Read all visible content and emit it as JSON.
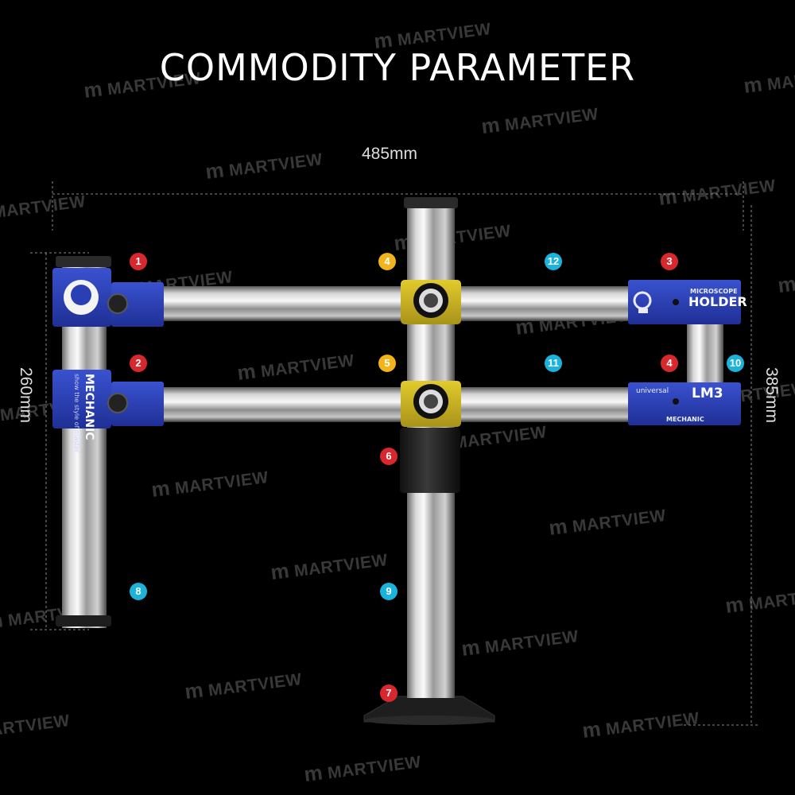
{
  "title": "COMMODITY PARAMETER",
  "dimensions": {
    "width": "485mm",
    "left_height": "260mm",
    "right_height": "385mm"
  },
  "watermark": {
    "text": "MARTVIEW"
  },
  "stand_labels": {
    "holder_small": "MICROSCOPE",
    "holder_big": "HOLDER",
    "lm3_small": "universal",
    "lm3_big": "LM3",
    "lm3_brand": "MECHANIC",
    "left_block": "MECHANIC",
    "left_block_sub": "show the style of master"
  },
  "callouts": {
    "c1": "1",
    "c2": "2",
    "c3": "3",
    "c4a": "4",
    "c4b": "4",
    "c5": "5",
    "c6": "6",
    "c7": "7",
    "c8": "8",
    "c9": "9",
    "c10": "10",
    "c11": "11",
    "c12": "12"
  },
  "colors": {
    "background": "#000000",
    "clamp_blue": "#2a3fb4",
    "clamp_yellow": "#c9b21a",
    "badge_red": "#d8282e",
    "badge_yellow": "#f2b41c",
    "badge_cyan": "#1bb3d9"
  }
}
